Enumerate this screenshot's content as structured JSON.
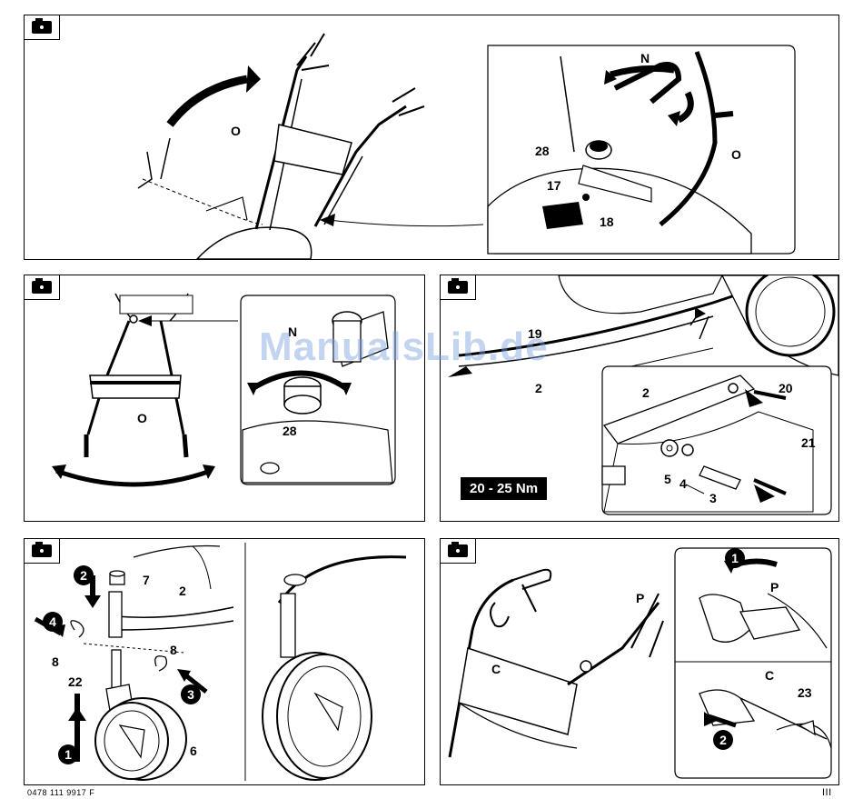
{
  "panel1": {
    "labels": {
      "O_left": "O",
      "N": "N",
      "n28": "28",
      "O_right": "O",
      "n17": "17",
      "n18": "18"
    }
  },
  "panel2": {
    "labels": {
      "N": "N",
      "O": "O",
      "n28": "28"
    }
  },
  "panel3": {
    "labels": {
      "n19": "19",
      "n2_top": "2",
      "n2_inset": "2",
      "n20": "20",
      "n21": "21",
      "n5": "5",
      "n4": "4",
      "n3": "3"
    },
    "torque": "20 - 25 Nm"
  },
  "panel4": {
    "labels": {
      "n7": "7",
      "n2": "2",
      "n8_left": "8",
      "n8_right": "8",
      "n22": "22",
      "n6": "6"
    },
    "steps": {
      "s1": "1",
      "s2": "2",
      "s3": "3",
      "s4": "4"
    }
  },
  "panel5": {
    "labels": {
      "P_main": "P",
      "C_main": "C",
      "P_inset": "P",
      "C_inset": "C",
      "n23": "23"
    },
    "steps": {
      "s1": "1",
      "s2": "2"
    }
  },
  "footer": {
    "doc_number": "0478 111 9917 F",
    "page": "III"
  },
  "watermark": "ManualsLib.de",
  "colors": {
    "ink": "#000000",
    "background": "#ffffff",
    "watermark": "#78a0dc"
  }
}
